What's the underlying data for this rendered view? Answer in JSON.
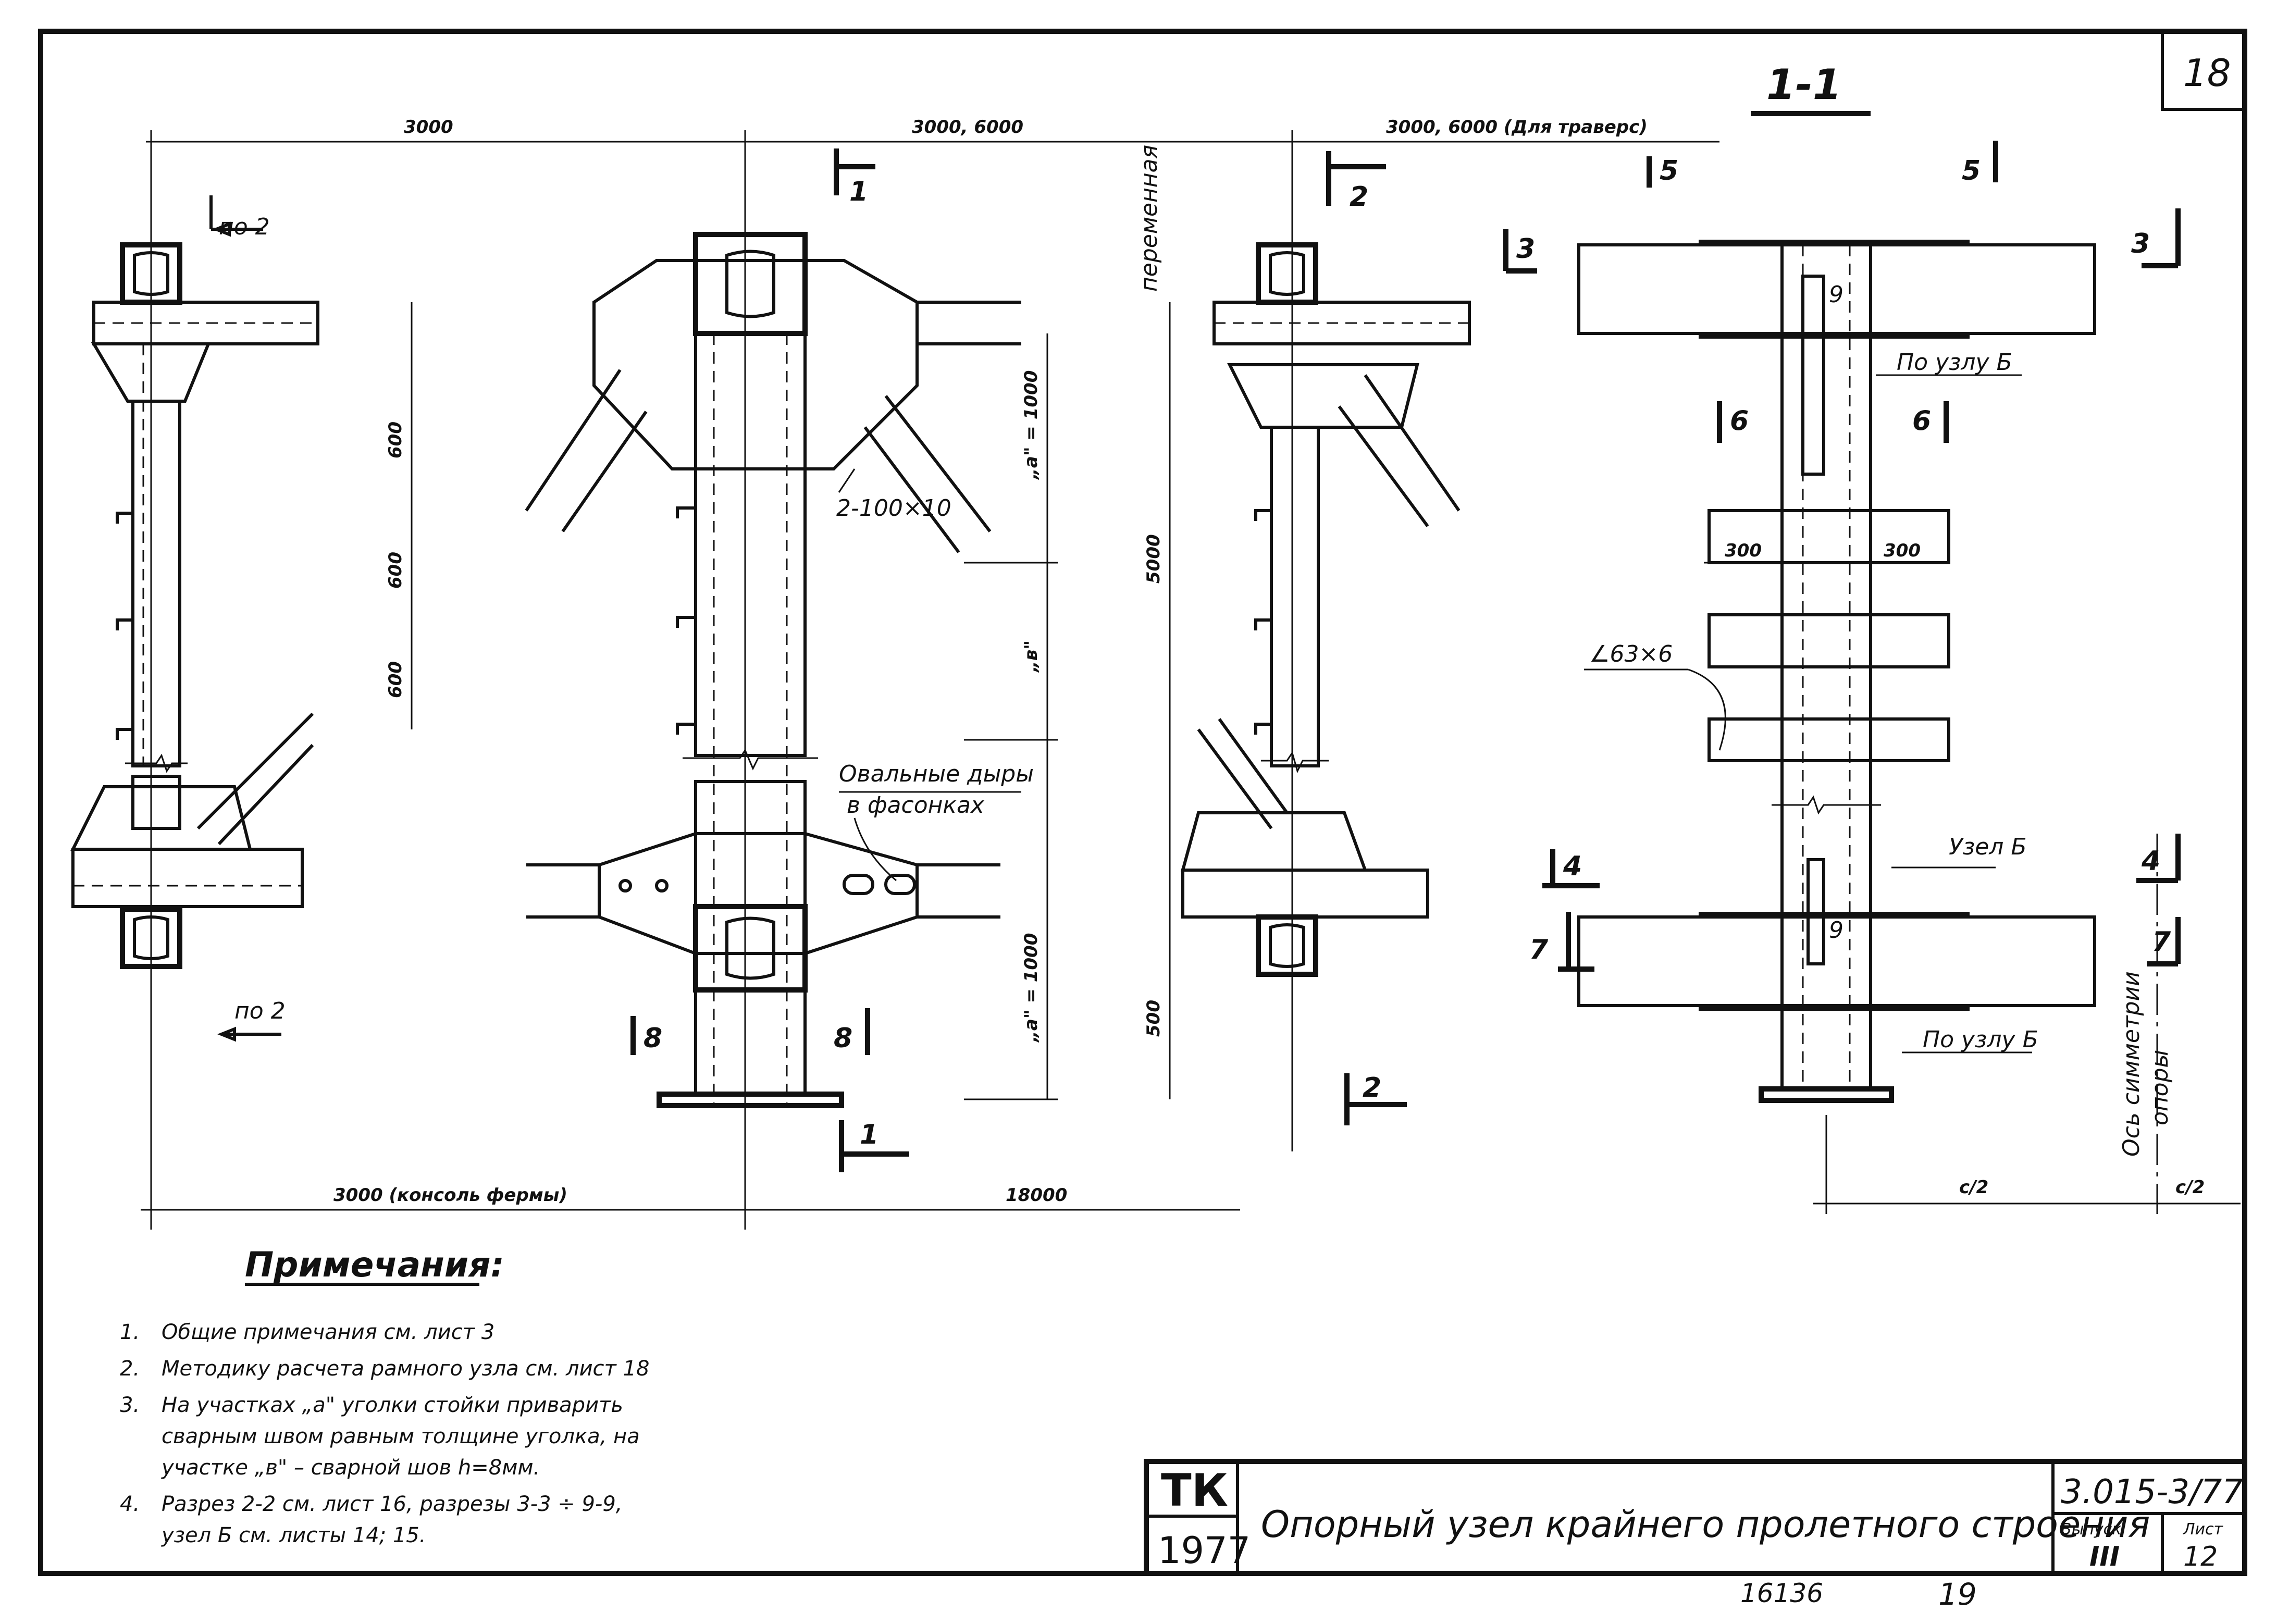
{
  "sheet": {
    "number": "18",
    "section_title": "1-1"
  },
  "dimensions": {
    "top_left": "3000",
    "top_mid": "3000, 6000",
    "top_right": "3000, 6000 (Для траверс)",
    "bottom_left": "3000 (консоль фермы)",
    "bottom_mid": "18000",
    "v_600_a": "600",
    "v_600_b": "600",
    "v_600_c": "600",
    "v_5000": "5000",
    "v_500": "500",
    "v_a1000_top": "„a\" = 1000",
    "v_b": "„в\"",
    "v_a1000_bot": "„a\" = 1000",
    "w_300_left": "300",
    "w_300_right": "300",
    "half_left": "c/2",
    "half_right": "c/2"
  },
  "labels": {
    "variable": "переменная",
    "po2_top": "по 2",
    "po2_bottom": "по 2",
    "plate": "2-100×10",
    "oval_holes_1": "Овальные дыры",
    "oval_holes_2": "в фасонках",
    "angle": "∠63×6",
    "node_b": "Узел Б",
    "per_node_b_top": "По узлу Б",
    "per_node_b_bottom": "По узлу Б",
    "sym_axis_1": "Ось симметрии",
    "sym_axis_2": "опоры",
    "weld_9": "9"
  },
  "cuts": {
    "c1": "1",
    "c2": "2",
    "c3": "3",
    "c4": "4",
    "c5": "5",
    "c6": "6",
    "c7": "7",
    "c8": "8"
  },
  "notes": {
    "title": "Примечания:",
    "items": [
      {
        "num": "1.",
        "text": "Общие примечания см. лист 3"
      },
      {
        "num": "2.",
        "text": "Методику расчета рамного узла см. лист 18"
      },
      {
        "num": "3.",
        "text": "На участках „a\" уголки стойки приварить"
      },
      {
        "num": "",
        "text": "сварным швом равным толщине уголка, на"
      },
      {
        "num": "",
        "text": "участке „в\" – сварной шов h=8мм."
      },
      {
        "num": "4.",
        "text": "Разрез 2-2 см. лист 16, разрезы 3-3 ÷ 9-9,"
      },
      {
        "num": "",
        "text": "узел Б см. листы 14; 15."
      }
    ]
  },
  "title_block": {
    "logo_top": "ТК",
    "logo_year": "1977",
    "title": "Опорный узел крайнего пролетного строения",
    "code": "3.015-3/77",
    "issue_label": "Выпуск",
    "issue_value": "III",
    "sheet_label": "Лист",
    "sheet_value": "12"
  },
  "footer": {
    "inventory": "16136",
    "page": "19"
  }
}
